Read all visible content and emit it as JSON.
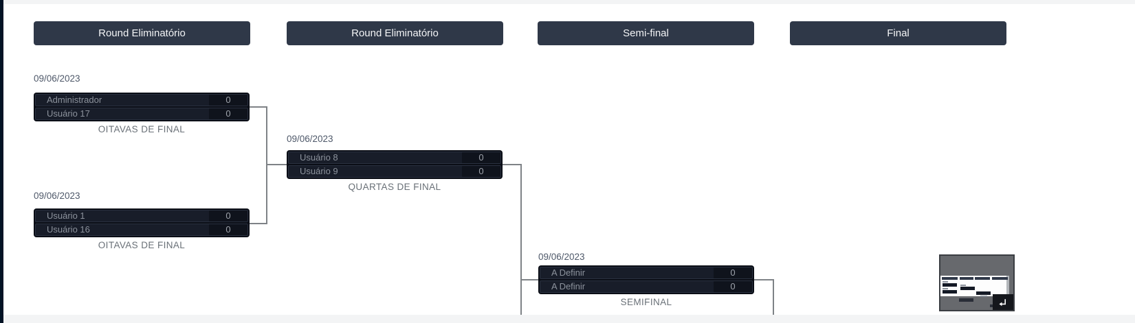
{
  "colors": {
    "accent_dark": "#2f3848",
    "card_bg": "#0a0d15",
    "row_bg": "#181d29",
    "score_bg": "#0f131c",
    "connector_gray": "#7e8286",
    "left_strip_navy": "#031325",
    "frame_bar_gray": "#f3f4f5",
    "minimap_gray": "#67696d"
  },
  "rounds": [
    {
      "label": "Round Eliminatório"
    },
    {
      "label": "Round Eliminatório"
    },
    {
      "label": "Semi-final"
    },
    {
      "label": "Final"
    }
  ],
  "matches": [
    {
      "date": "09/06/2023",
      "stage": "OITAVAS DE FINAL",
      "home": {
        "name": "Administrador",
        "score": "0"
      },
      "away": {
        "name": "Usuário 17",
        "score": "0"
      }
    },
    {
      "date": "09/06/2023",
      "stage": "OITAVAS DE FINAL",
      "home": {
        "name": "Usuário 1",
        "score": "0"
      },
      "away": {
        "name": "Usuário 16",
        "score": "0"
      }
    },
    {
      "date": "09/06/2023",
      "stage": "QUARTAS DE FINAL",
      "home": {
        "name": "Usuário 8",
        "score": "0"
      },
      "away": {
        "name": "Usuário 9",
        "score": "0"
      }
    },
    {
      "date": "09/06/2023",
      "stage": "SEMIFINAL",
      "home": {
        "name": "A Definir",
        "score": "0"
      },
      "away": {
        "name": "A Definir",
        "score": "0"
      }
    }
  ],
  "minimap": {
    "corner_icon": "return-arrow"
  }
}
